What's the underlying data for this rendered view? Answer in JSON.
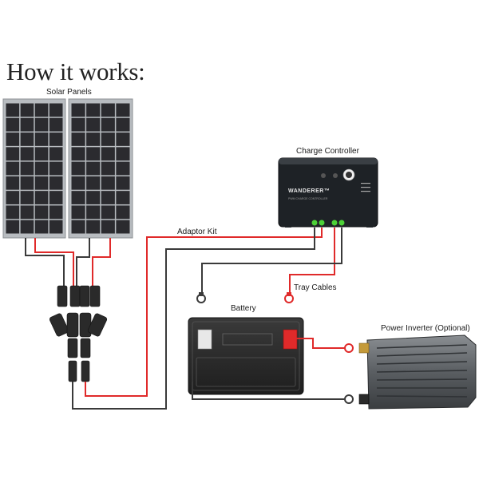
{
  "title": "How it works:",
  "labels": {
    "solar_panels": "Solar Panels",
    "charge_controller": "Charge Controller",
    "adaptor_kit": "Adaptor Kit",
    "tray_cables": "Tray Cables",
    "battery": "Battery",
    "power_inverter": "Power Inverter (Optional)"
  },
  "controller": {
    "brand": "WANDERER™",
    "subtitle": "PWM CHARGE CONTROLLER"
  },
  "colors": {
    "positive_wire": "#e02a2a",
    "negative_wire": "#3a3a3a",
    "panel_cell": "#2b2b2f",
    "panel_frame": "#b8bcc0",
    "controller_body": "#1e2226",
    "led_green": "#4cd137"
  }
}
